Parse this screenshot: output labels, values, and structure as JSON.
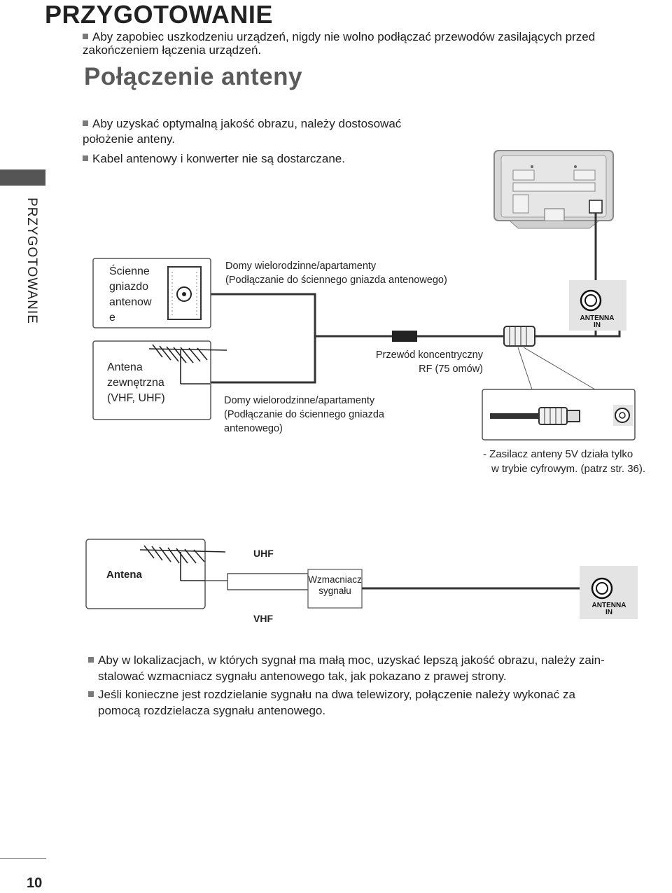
{
  "header": {
    "title": "PRZYGOTOWANIE",
    "warning": "Aby zapobiec uszkodzeniu urządzeń, nigdy nie wolno podłączać przewodów zasilających przed zakończeniem łączenia urządzeń."
  },
  "section": {
    "title": "Połączenie anteny",
    "notes": [
      "Aby uzyskać optymalną jakość obrazu, należy dostosować położenie anteny.",
      "Kabel antenowy i konwerter nie są dostarczane."
    ]
  },
  "side_tab": {
    "label": "PRZYGOTOWANIE"
  },
  "diagram1": {
    "wall_socket_label": "Ścienne gniazdo antenow e",
    "wall_socket_lines": [
      "Ścienne",
      "gniazdo",
      "antenow",
      "e"
    ],
    "top_caption_line1": "Domy wielorodzinne/apartamenty",
    "top_caption_line2": "(Podłączanie do ściennego gniazda antenowego)",
    "outdoor_antenna_lines": [
      "Antena",
      "zewnętrzna",
      "(VHF, UHF)"
    ],
    "coax_line1": "Przewód koncentryczny",
    "coax_line2": "RF (75 omów)",
    "bottom_caption_line1": "Domy wielorodzinne/apartamenty",
    "bottom_caption_line2": "(Podłączanie do ściennego gniazda",
    "bottom_caption_line3": "antenowego)",
    "antenna_in_line1": "ANTENNA",
    "antenna_in_line2": "IN",
    "power_note_line1": "- Zasilacz anteny 5V działa tylko",
    "power_note_line2": "w trybie cyfrowym. (patrz str. 36)."
  },
  "diagram2": {
    "antenna_label": "Antena",
    "uhf_label": "UHF",
    "vhf_label": "VHF",
    "amplifier_line1": "Wzmacniacz",
    "amplifier_line2": "sygnału",
    "antenna_in_line1": "ANTENNA",
    "antenna_in_line2": "IN"
  },
  "bottom_notes": [
    "Aby w lokalizacjach, w których sygnał ma małą moc, uzyskać lepszą jakość obrazu, należy zainstalować wzmacniacz sygnału antenowego tak, jak pokazano z prawej strony.",
    "Jeśli konieczne jest rozdzielanie sygnału na dwa telewizory, połączenie należy wykonać za pomocą rozdzielacza sygnału antenowego."
  ],
  "bottom_notes_lines": [
    [
      "Aby w lokalizacjach, w których sygnał ma małą moc, uzyskać lepszą jakość obrazu, należy zain-",
      "stalować wzmacniacz sygnału antenowego tak, jak pokazano z prawej strony."
    ],
    [
      "Jeśli konieczne jest rozdzielanie sygnału na dwa telewizory, połączenie należy wykonać za",
      "pomocą rozdzielacza sygnału antenowego."
    ]
  ],
  "footer": {
    "page_number": "10"
  },
  "colors": {
    "tab": "#555555",
    "section_title": "#5a5a5a",
    "bullet": "#7a7a7a"
  }
}
